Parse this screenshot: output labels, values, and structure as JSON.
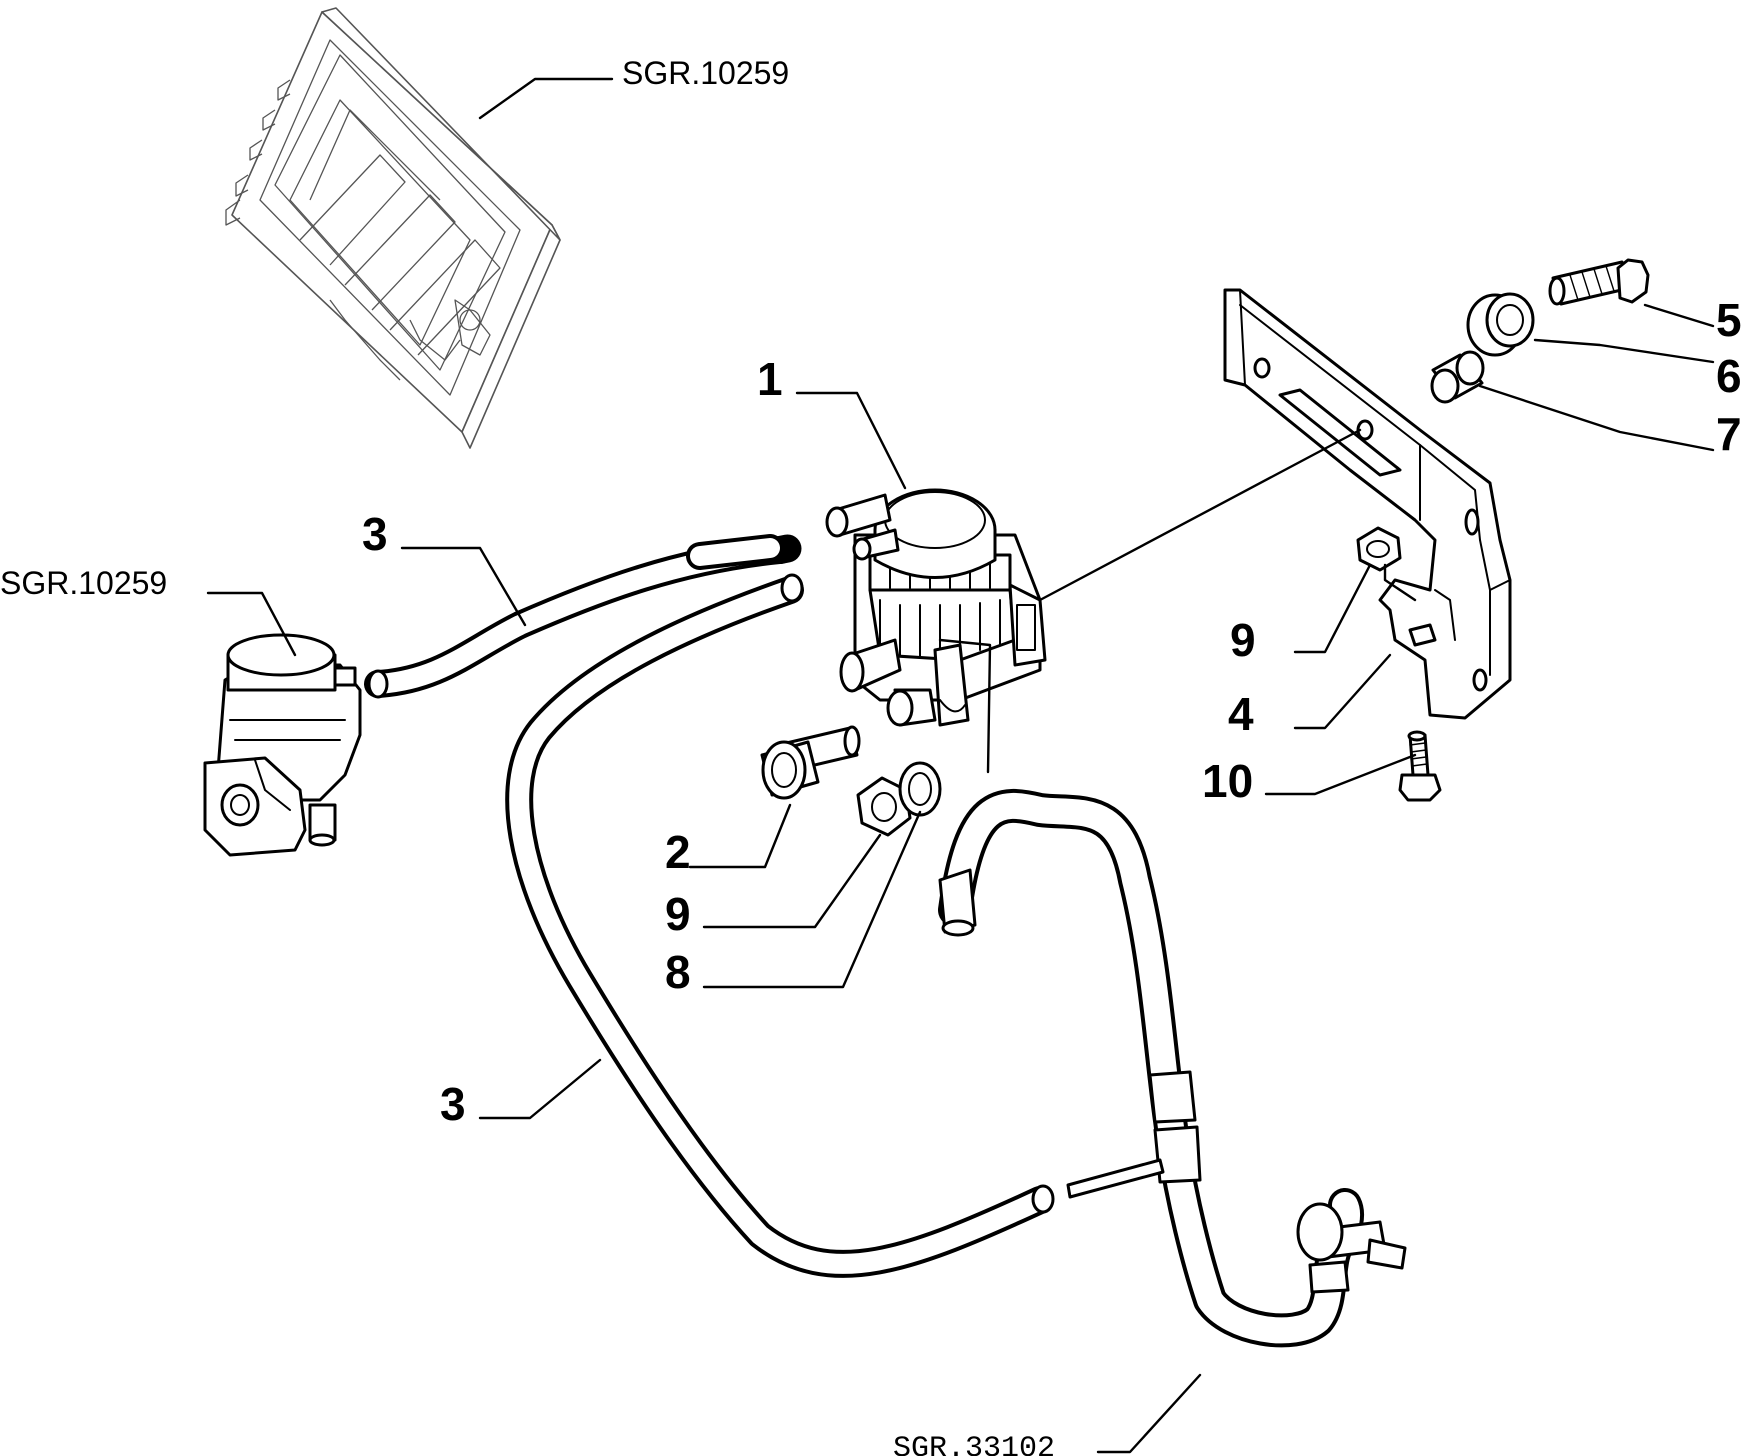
{
  "diagram": {
    "callouts": {
      "c1": "1",
      "c2": "2",
      "c3a": "3",
      "c3b": "3",
      "c4": "4",
      "c5": "5",
      "c6": "6",
      "c7": "7",
      "c8": "8",
      "c9a": "9",
      "c9b": "9",
      "c10": "10"
    },
    "references": {
      "ecu": "SGR.10259",
      "valve": "SGR.10259",
      "pipe": "SGR.33102"
    }
  },
  "colors": {
    "line": "#000000",
    "background": "#ffffff"
  }
}
